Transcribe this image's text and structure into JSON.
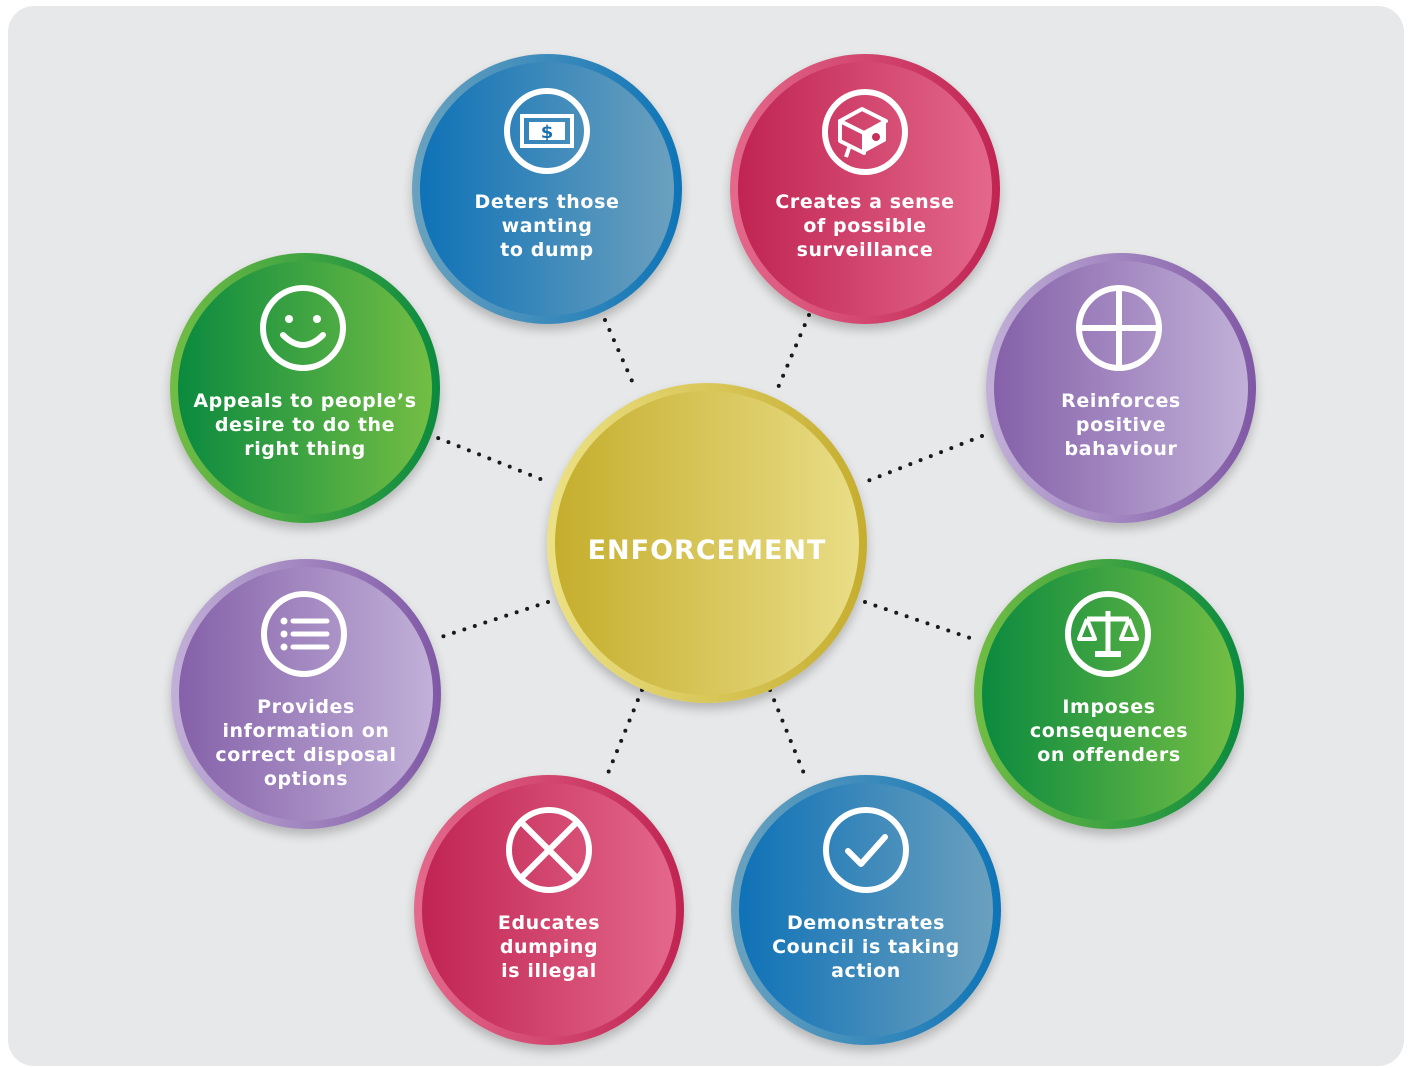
{
  "center": {
    "label": "ENFORCEMENT"
  },
  "nodes": [
    {
      "key": "deters",
      "label": "Deters those\nwanting\nto dump",
      "icon": "dollar-bill-icon",
      "theme": "blue"
    },
    {
      "key": "surveillance",
      "label": "Creates a sense\nof possible\nsurveillance",
      "icon": "security-camera-icon",
      "theme": "pink"
    },
    {
      "key": "reinforces",
      "label": "Reinforces\npositive\nbahaviour",
      "icon": "crosshair-icon",
      "theme": "purple"
    },
    {
      "key": "imposes",
      "label": "Imposes\nconsequences\non offenders",
      "icon": "scales-icon",
      "theme": "green"
    },
    {
      "key": "demonstrates",
      "label": "Demonstrates\nCouncil is taking\naction",
      "icon": "check-icon",
      "theme": "blue"
    },
    {
      "key": "educates",
      "label": "Educates\ndumping\nis illegal",
      "icon": "cross-icon",
      "theme": "pink"
    },
    {
      "key": "provides",
      "label": "Provides\ninformation on\ncorrect disposal\noptions",
      "icon": "list-icon",
      "theme": "purple"
    },
    {
      "key": "appeals",
      "label": "Appeals to people’s\ndesire to do the\nright thing",
      "icon": "smiley-icon",
      "theme": "green"
    }
  ],
  "colors": {
    "background": "#e7e8e9",
    "blue": "#0e74b7",
    "pink": "#c02452",
    "green": "#0b8a3f",
    "purple": "#7f58a5",
    "gold": "#c5ad2e",
    "dots": "#1a1a1a"
  }
}
